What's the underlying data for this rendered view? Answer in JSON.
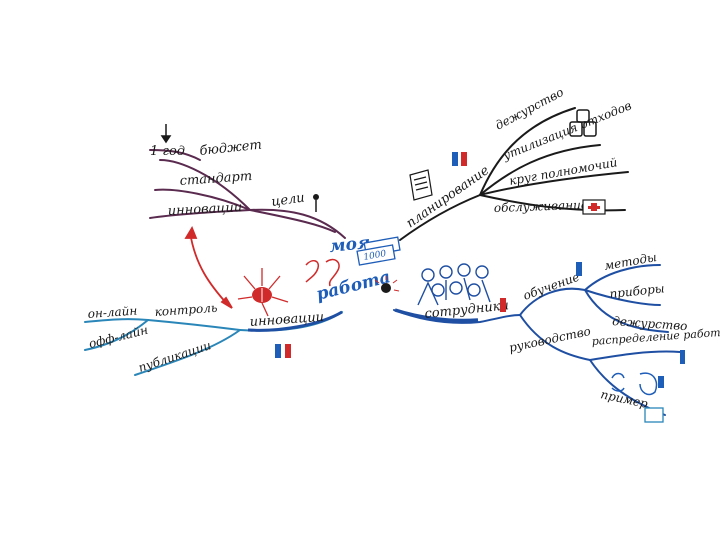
{
  "center": {
    "title_line1": "моя",
    "title_line2": "работа",
    "money_label": "1000"
  },
  "branches": {
    "goals": {
      "label": "цели",
      "children": [
        "бюджет",
        "стандарт",
        "инновации"
      ],
      "sub": [
        "1 год"
      ]
    },
    "planning": {
      "label": "планирование",
      "children": [
        "дежурство",
        "утилизация отходов",
        "круг полномочий",
        "обслуживание"
      ]
    },
    "innovations": {
      "label": "инновации",
      "children": [
        "контроль",
        "публикации"
      ],
      "sub": [
        "он-лайн",
        "офф-лайн"
      ]
    },
    "staff": {
      "label": "сотрудники",
      "children": [
        "обучение",
        "руководство"
      ],
      "training_sub": [
        "методы",
        "приборы",
        "дежурство"
      ],
      "guidance_sub": [
        "распределение работ",
        "пример"
      ]
    }
  },
  "colors": {
    "goals": "#5a2a4f",
    "planning": "#1a1a1a",
    "innovations": "#2a86b8",
    "staff": "#1f4fa3",
    "accent_red": "#d12a2a",
    "accent_blue": "#1e5db8"
  },
  "icons": [
    "arrow-down-icon",
    "lightbulb-icon",
    "trash-bins-icon",
    "first-aid-icon",
    "checklist-icon",
    "money-icon",
    "brain-icon",
    "people-icon",
    "faces-icon",
    "book-icon",
    "battery-icon"
  ]
}
